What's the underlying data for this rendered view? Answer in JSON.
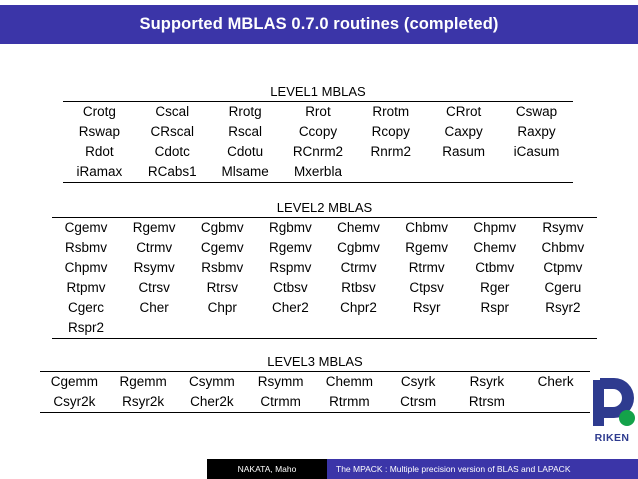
{
  "slide": {
    "title": "Supported MBLAS 0.7.0 routines (completed)",
    "title_bar_color": "#3b35a8",
    "title_text_color": "#ffffff",
    "background_color": "#ffffff"
  },
  "sections": [
    {
      "caption": "LEVEL1 MBLAS",
      "columns": 7,
      "rows": [
        [
          "Crotg",
          "Cscal",
          "Rrotg",
          "Rrot",
          "Rrotm",
          "CRrot",
          "Cswap"
        ],
        [
          "Rswap",
          "CRscal",
          "Rscal",
          "Ccopy",
          "Rcopy",
          "Caxpy",
          "Raxpy"
        ],
        [
          "Rdot",
          "Cdotc",
          "Cdotu",
          "RCnrm2",
          "Rnrm2",
          "Rasum",
          "iCasum"
        ],
        [
          "iRamax",
          "RCabs1",
          "Mlsame",
          "Mxerbla",
          "",
          "",
          ""
        ]
      ]
    },
    {
      "caption": "LEVEL2 MBLAS",
      "columns": 8,
      "rows": [
        [
          "Cgemv",
          "Rgemv",
          "Cgbmv",
          "Rgbmv",
          "Chemv",
          "Chbmv",
          "Chpmv",
          "Rsymv"
        ],
        [
          "Rsbmv",
          "Ctrmv",
          "Cgemv",
          "Rgemv",
          "Cgbmv",
          "Rgemv",
          "Chemv",
          "Chbmv"
        ],
        [
          "Chpmv",
          "Rsymv",
          "Rsbmv",
          "Rspmv",
          "Ctrmv",
          "Rtrmv",
          "Ctbmv",
          "Ctpmv"
        ],
        [
          "Rtpmv",
          "Ctrsv",
          "Rtrsv",
          "Ctbsv",
          "Rtbsv",
          "Ctpsv",
          "Rger",
          "Cgeru"
        ],
        [
          "Cgerc",
          "Cher",
          "Chpr",
          "Cher2",
          "Chpr2",
          "Rsyr",
          "Rspr",
          "Rsyr2"
        ],
        [
          "Rspr2",
          "",
          "",
          "",
          "",
          "",
          "",
          ""
        ]
      ]
    },
    {
      "caption": "LEVEL3 MBLAS",
      "columns": 8,
      "rows": [
        [
          "Cgemm",
          "Rgemm",
          "Csymm",
          "Rsymm",
          "Chemm",
          "Csyrk",
          "Rsyrk",
          "Cherk"
        ],
        [
          "Csyr2k",
          "Rsyr2k",
          "Cher2k",
          "Ctrmm",
          "Rtrmm",
          "Ctrsm",
          "Rtrsm",
          ""
        ]
      ]
    }
  ],
  "logo": {
    "wordmark": "RIKEN",
    "mark_color": "#2e3b8f",
    "dot_color": "#14a24a"
  },
  "footer": {
    "author": "NAKATA, Maho",
    "subtitle": "The MPACK : Multiple precision version of BLAS and LAPACK",
    "author_bar_color": "#000000",
    "subtitle_bar_color": "#3b35a8"
  }
}
